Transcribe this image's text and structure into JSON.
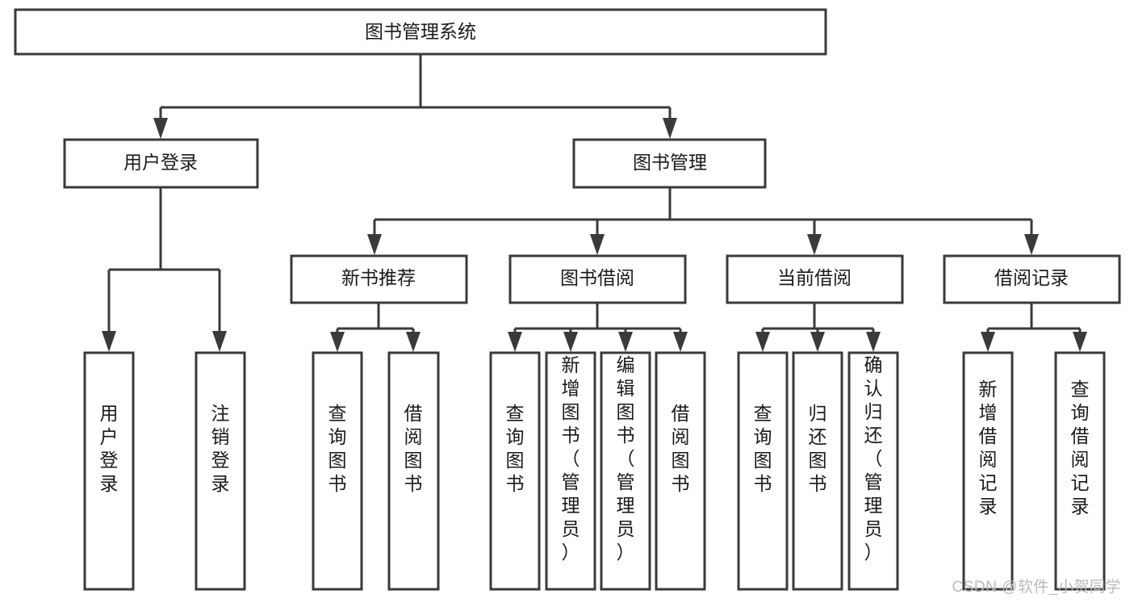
{
  "diagram": {
    "title": "图书管理系统",
    "type": "tree-hierarchy",
    "watermark": "CSDN @软件_小贺同学",
    "colors": {
      "box_stroke": "#3a3a3a",
      "box_fill": "#ffffff",
      "text": "#1a1a1a",
      "background": "#ffffff",
      "watermark": "#b9b9b9"
    },
    "root": {
      "id": "root",
      "label": "图书管理系统",
      "orientation": "horizontal"
    },
    "level2": [
      {
        "id": "user-login",
        "label": "用户登录",
        "orientation": "horizontal"
      },
      {
        "id": "book-manage",
        "label": "图书管理",
        "orientation": "horizontal"
      }
    ],
    "level3": [
      {
        "id": "new-book-recommend",
        "label": "新书推荐",
        "orientation": "horizontal",
        "parent": "book-manage"
      },
      {
        "id": "book-borrow",
        "label": "图书借阅",
        "orientation": "horizontal",
        "parent": "book-manage"
      },
      {
        "id": "current-borrow",
        "label": "当前借阅",
        "orientation": "horizontal",
        "parent": "book-manage"
      },
      {
        "id": "borrow-record",
        "label": "借阅记录",
        "orientation": "horizontal",
        "parent": "book-manage"
      }
    ],
    "leaves": [
      {
        "id": "leaf-user-login",
        "label": "用户登录",
        "orientation": "vertical",
        "parent": "user-login"
      },
      {
        "id": "leaf-user-logout",
        "label": "注销登录",
        "orientation": "vertical",
        "parent": "user-login"
      },
      {
        "id": "leaf-query-book-1",
        "label": "查询图书",
        "orientation": "vertical",
        "parent": "new-book-recommend"
      },
      {
        "id": "leaf-borrow-book-1",
        "label": "借阅图书",
        "orientation": "vertical",
        "parent": "new-book-recommend"
      },
      {
        "id": "leaf-query-book-2",
        "label": "查询图书",
        "orientation": "vertical",
        "parent": "book-borrow"
      },
      {
        "id": "leaf-add-book",
        "label": "新增图书（管理员）",
        "orientation": "vertical",
        "parent": "book-borrow"
      },
      {
        "id": "leaf-edit-book",
        "label": "编辑图书（管理员）",
        "orientation": "vertical",
        "parent": "book-borrow"
      },
      {
        "id": "leaf-borrow-book-2",
        "label": "借阅图书",
        "orientation": "vertical",
        "parent": "book-borrow"
      },
      {
        "id": "leaf-query-book-3",
        "label": "查询图书",
        "orientation": "vertical",
        "parent": "current-borrow"
      },
      {
        "id": "leaf-return-book",
        "label": "归还图书",
        "orientation": "vertical",
        "parent": "current-borrow"
      },
      {
        "id": "leaf-confirm-return",
        "label": "确认归还（管理员）",
        "orientation": "vertical",
        "parent": "current-borrow"
      },
      {
        "id": "leaf-add-record",
        "label": "新增借阅记录",
        "orientation": "vertical",
        "parent": "borrow-record"
      },
      {
        "id": "leaf-query-record",
        "label": "查询借阅记录",
        "orientation": "vertical",
        "parent": "borrow-record"
      }
    ]
  }
}
